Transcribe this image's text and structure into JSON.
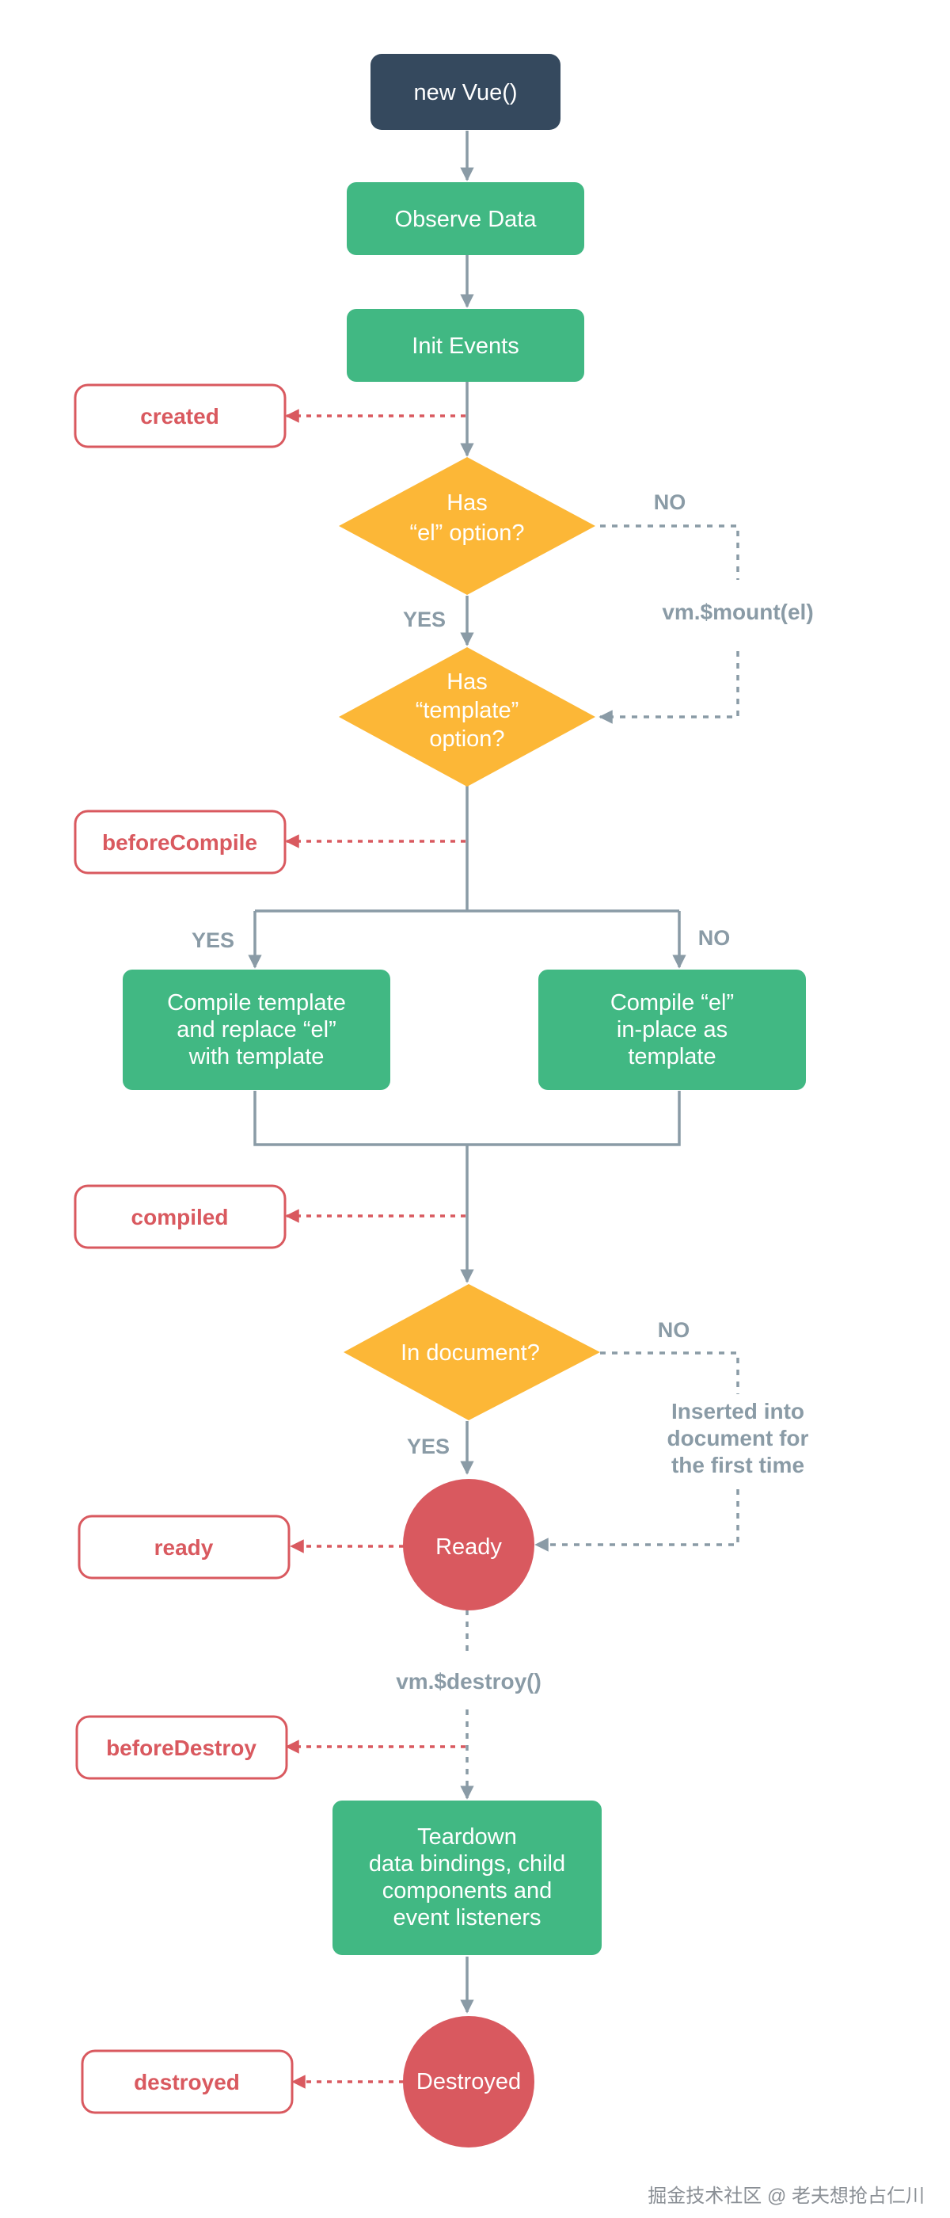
{
  "nodes": {
    "new_vue": "new Vue()",
    "observe_data": "Observe Data",
    "init_events": "Init Events",
    "has_el": [
      "Has",
      "“el” option?"
    ],
    "has_template": [
      "Has",
      "“template”",
      "option?"
    ],
    "compile_template": [
      "Compile template",
      "and replace “el”",
      "with template"
    ],
    "compile_el": [
      "Compile “el”",
      "in-place as",
      "template"
    ],
    "in_document": "In document?",
    "ready_circle": "Ready",
    "teardown": [
      "Teardown",
      "data bindings, child",
      "components and",
      "event listeners"
    ],
    "destroyed_circle": "Destroyed"
  },
  "hooks": {
    "created": "created",
    "before_compile": "beforeCompile",
    "compiled": "compiled",
    "ready": "ready",
    "before_destroy": "beforeDestroy",
    "destroyed": "destroyed"
  },
  "labels": {
    "yes": "YES",
    "no": "NO",
    "mount": "vm.$mount(el)",
    "inserted": [
      "Inserted into",
      "document for",
      "the first time"
    ],
    "destroy": "vm.$destroy()"
  },
  "watermark": "掘金技术社区 @ 老夫想抢占仁川",
  "colors": {
    "dark": "#35495e",
    "green": "#41b883",
    "yellow": "#fcb737",
    "red": "#d9595f",
    "gray": "#8a9ba6",
    "white": "#ffffff"
  }
}
